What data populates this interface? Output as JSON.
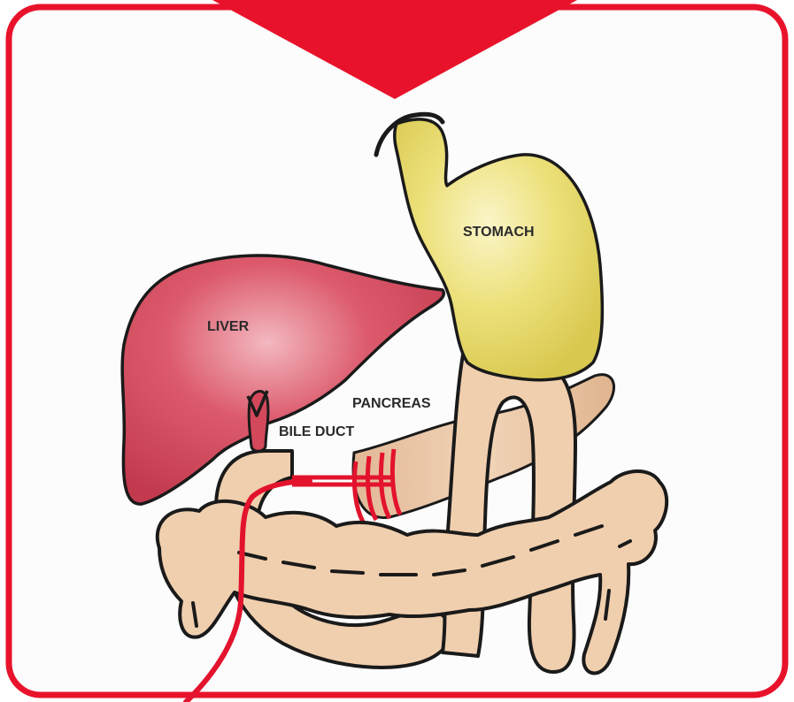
{
  "labels": {
    "stomach": "STOMACH",
    "liver": "LIVER",
    "pancreas": "PANCREAS",
    "bile_duct": "BILE DUCT"
  },
  "colors": {
    "frame_red": "#e8132b",
    "liver": "#d4485c",
    "stomach": "#e9dc6a",
    "intestine": "#f0cfae",
    "pancreas": "#e8c4a4",
    "outline": "#1a1a1a",
    "tube_red": "#e3132d"
  }
}
